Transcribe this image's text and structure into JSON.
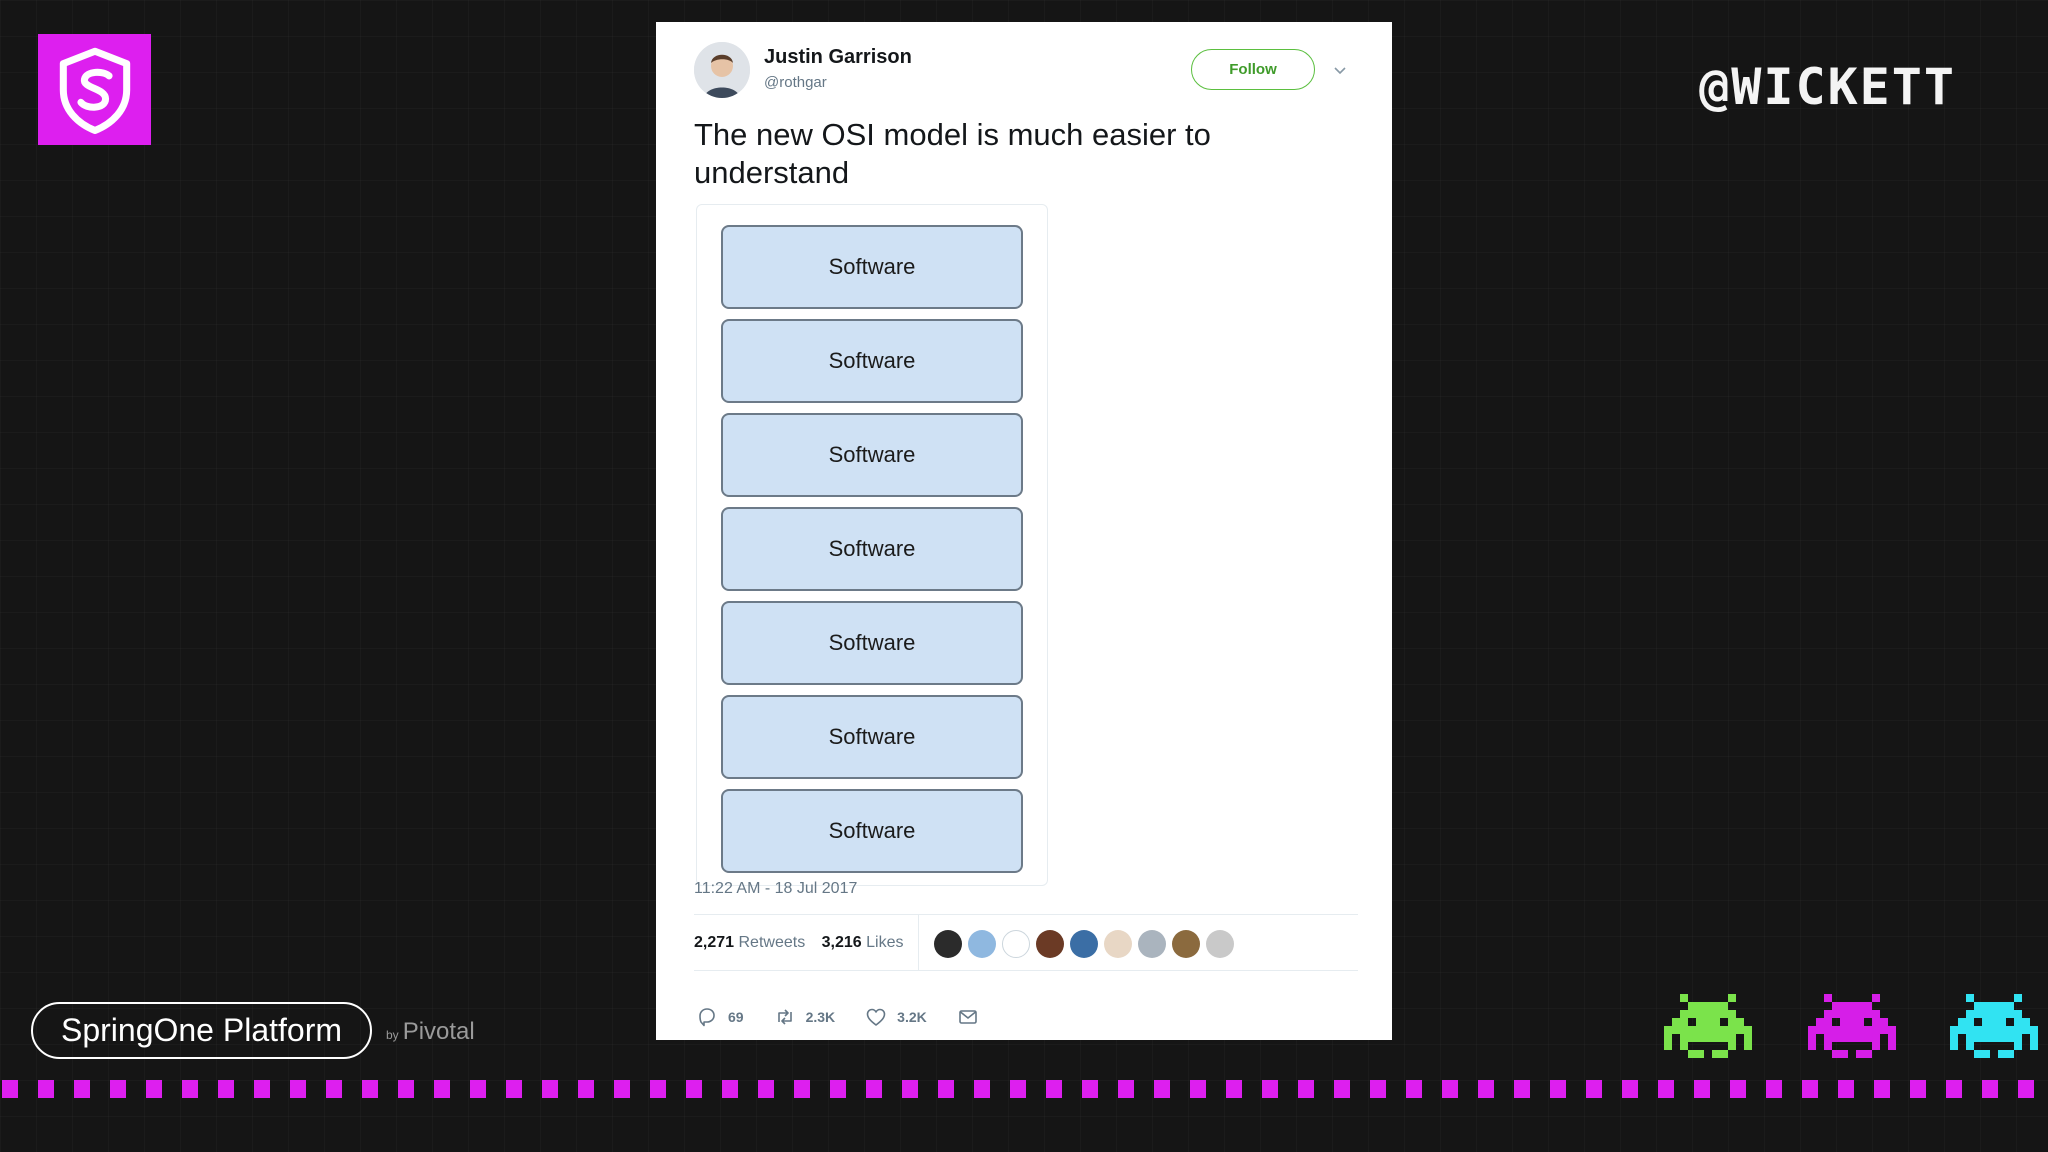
{
  "slide": {
    "logo_icon": "shield-s-icon",
    "handle": "@WICKETT",
    "accent_color": "#dd1fef",
    "platform_name": "SpringOne Platform",
    "by_label": "by",
    "company": "Pivotal"
  },
  "tweet": {
    "author_name": "Justin Garrison",
    "author_handle": "@rothgar",
    "follow_label": "Follow",
    "text": "The new OSI model is much easier to understand",
    "layers": [
      "Software",
      "Software",
      "Software",
      "Software",
      "Software",
      "Software",
      "Software"
    ],
    "timestamp": "11:22 AM - 18 Jul 2017",
    "retweets_count": "2,271",
    "retweets_label": "Retweets",
    "likes_count": "3,216",
    "likes_label": "Likes",
    "reply_count": "69",
    "retweet_count_short": "2.3K",
    "like_count_short": "3.2K",
    "follow_color": "#5bbf3f"
  },
  "invaders": [
    {
      "name": "green-invader-icon",
      "color": "#7be34b"
    },
    {
      "name": "magenta-invader-icon",
      "color": "#d61ee8"
    },
    {
      "name": "cyan-invader-icon",
      "color": "#31e3f2"
    }
  ]
}
